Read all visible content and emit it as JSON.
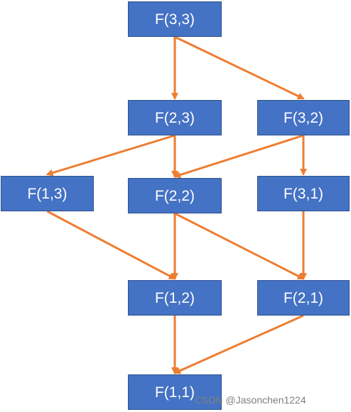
{
  "nodes": {
    "f33": "F(3,3)",
    "f23": "F(2,3)",
    "f32": "F(3,2)",
    "f13": "F(1,3)",
    "f22": "F(2,2)",
    "f31": "F(3,1)",
    "f12": "F(1,2)",
    "f21": "F(2,1)",
    "f11": "F(1,1)"
  },
  "edges": [
    [
      "f33",
      "f23"
    ],
    [
      "f33",
      "f32"
    ],
    [
      "f23",
      "f13"
    ],
    [
      "f23",
      "f22"
    ],
    [
      "f32",
      "f22"
    ],
    [
      "f32",
      "f31"
    ],
    [
      "f13",
      "f12"
    ],
    [
      "f22",
      "f12"
    ],
    [
      "f22",
      "f21"
    ],
    [
      "f31",
      "f21"
    ],
    [
      "f12",
      "f11"
    ],
    [
      "f21",
      "f11"
    ]
  ],
  "colors": {
    "node_fill": "#4472c4",
    "node_border": "#2f528f",
    "node_text": "#ffffff",
    "arrow": "#ed7d31"
  },
  "watermark": "CSDN @Jasonchen1224"
}
